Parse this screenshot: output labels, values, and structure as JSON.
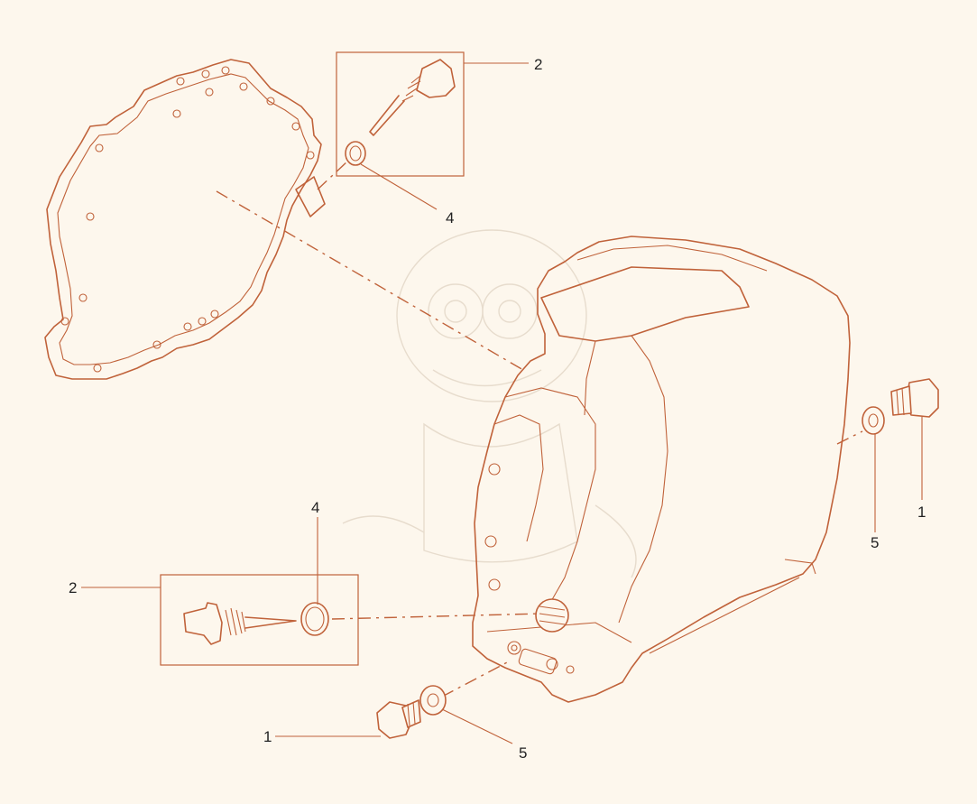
{
  "diagram": {
    "accent_color": "#c0623a",
    "callouts": [
      {
        "id": "c2-top",
        "label": "2"
      },
      {
        "id": "c4-top",
        "label": "4"
      },
      {
        "id": "c1-right",
        "label": "1"
      },
      {
        "id": "c5-right",
        "label": "5"
      },
      {
        "id": "c4-bottom",
        "label": "4"
      },
      {
        "id": "c2-bottom",
        "label": "2"
      },
      {
        "id": "c1-bottom",
        "label": "1"
      },
      {
        "id": "c5-bottom",
        "label": "5"
      }
    ]
  }
}
